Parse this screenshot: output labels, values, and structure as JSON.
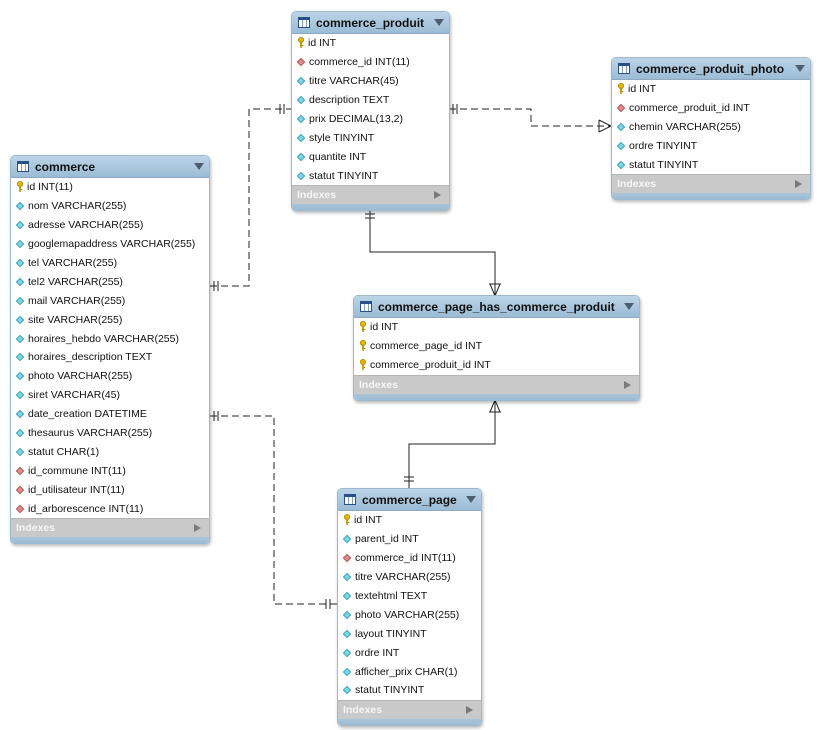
{
  "entities": {
    "commerce_produit": {
      "title": "commerce_produit",
      "indexes_label": "Indexes",
      "columns": [
        {
          "kind": "pk",
          "text": "id INT"
        },
        {
          "kind": "fk",
          "text": "commerce_id INT(11)"
        },
        {
          "kind": "attr",
          "text": "titre VARCHAR(45)"
        },
        {
          "kind": "attr",
          "text": "description TEXT"
        },
        {
          "kind": "attr",
          "text": "prix DECIMAL(13,2)"
        },
        {
          "kind": "attr",
          "text": "style TINYINT"
        },
        {
          "kind": "attr",
          "text": "quantite INT"
        },
        {
          "kind": "attr",
          "text": "statut TINYINT"
        }
      ]
    },
    "commerce_produit_photo": {
      "title": "commerce_produit_photo",
      "indexes_label": "Indexes",
      "columns": [
        {
          "kind": "pk",
          "text": "id INT"
        },
        {
          "kind": "fk",
          "text": "commerce_produit_id INT"
        },
        {
          "kind": "attr",
          "text": "chemin VARCHAR(255)"
        },
        {
          "kind": "attr",
          "text": "ordre TINYINT"
        },
        {
          "kind": "attr",
          "text": "statut TINYINT"
        }
      ]
    },
    "commerce": {
      "title": "commerce",
      "indexes_label": "Indexes",
      "columns": [
        {
          "kind": "pk",
          "text": "id INT(11)"
        },
        {
          "kind": "attr",
          "text": "nom VARCHAR(255)"
        },
        {
          "kind": "attr",
          "text": "adresse VARCHAR(255)"
        },
        {
          "kind": "attr",
          "text": "googlemapaddress VARCHAR(255)"
        },
        {
          "kind": "attr",
          "text": "tel VARCHAR(255)"
        },
        {
          "kind": "attr",
          "text": "tel2 VARCHAR(255)"
        },
        {
          "kind": "attr",
          "text": "mail VARCHAR(255)"
        },
        {
          "kind": "attr",
          "text": "site VARCHAR(255)"
        },
        {
          "kind": "attr",
          "text": "horaires_hebdo VARCHAR(255)"
        },
        {
          "kind": "attr",
          "text": "horaires_description TEXT"
        },
        {
          "kind": "attr",
          "text": "photo VARCHAR(255)"
        },
        {
          "kind": "attr",
          "text": "siret VARCHAR(45)"
        },
        {
          "kind": "attr",
          "text": "date_creation DATETIME"
        },
        {
          "kind": "attr",
          "text": "thesaurus VARCHAR(255)"
        },
        {
          "kind": "attr",
          "text": "statut CHAR(1)"
        },
        {
          "kind": "fk",
          "text": "id_commune INT(11)"
        },
        {
          "kind": "fk",
          "text": "id_utilisateur INT(11)"
        },
        {
          "kind": "fk",
          "text": "id_arborescence INT(11)"
        }
      ]
    },
    "commerce_page_has_commerce_produit": {
      "title": "commerce_page_has_commerce_produit",
      "indexes_label": "Indexes",
      "columns": [
        {
          "kind": "pk",
          "text": "id INT"
        },
        {
          "kind": "pk",
          "text": "commerce_page_id INT"
        },
        {
          "kind": "pk",
          "text": "commerce_produit_id INT"
        }
      ]
    },
    "commerce_page": {
      "title": "commerce_page",
      "indexes_label": "Indexes",
      "columns": [
        {
          "kind": "pk",
          "text": "id INT"
        },
        {
          "kind": "attr",
          "text": "parent_id INT"
        },
        {
          "kind": "fk",
          "text": "commerce_id INT(11)"
        },
        {
          "kind": "attr",
          "text": "titre VARCHAR(255)"
        },
        {
          "kind": "attr",
          "text": "textehtml TEXT"
        },
        {
          "kind": "attr",
          "text": "photo VARCHAR(255)"
        },
        {
          "kind": "attr",
          "text": "layout TINYINT"
        },
        {
          "kind": "attr",
          "text": "ordre INT"
        },
        {
          "kind": "attr",
          "text": "afficher_prix CHAR(1)"
        },
        {
          "kind": "attr",
          "text": "statut TINYINT"
        }
      ]
    }
  },
  "relationships": [
    {
      "from": "commerce",
      "to": "commerce_produit",
      "identifying": false,
      "from_end": "one",
      "to_end": "one"
    },
    {
      "from": "commerce_produit",
      "to": "commerce_produit_photo",
      "identifying": false,
      "from_end": "one",
      "to_end": "many"
    },
    {
      "from": "commerce_produit",
      "to": "commerce_page_has_commerce_produit",
      "identifying": true,
      "from_end": "one",
      "to_end": "many"
    },
    {
      "from": "commerce_page",
      "to": "commerce_page_has_commerce_produit",
      "identifying": true,
      "from_end": "one",
      "to_end": "many"
    },
    {
      "from": "commerce",
      "to": "commerce_page",
      "identifying": false,
      "from_end": "one",
      "to_end": "one"
    }
  ],
  "colors": {
    "header": "#9bbcd6",
    "border": "#9fb8cc",
    "pk_key": "#d4a400",
    "attr_diamond": "#7fd6e6",
    "fk_diamond": "#e08c8c",
    "indexes_bar": "#c9c9c9",
    "connector": "#222222"
  },
  "icons": {
    "table": "table-icon",
    "collapse": "triangle-down-icon",
    "primary_key": "key-icon",
    "attribute": "diamond-icon",
    "foreign_key": "fk-diamond-icon",
    "indexes": "triangle-right-icon"
  }
}
